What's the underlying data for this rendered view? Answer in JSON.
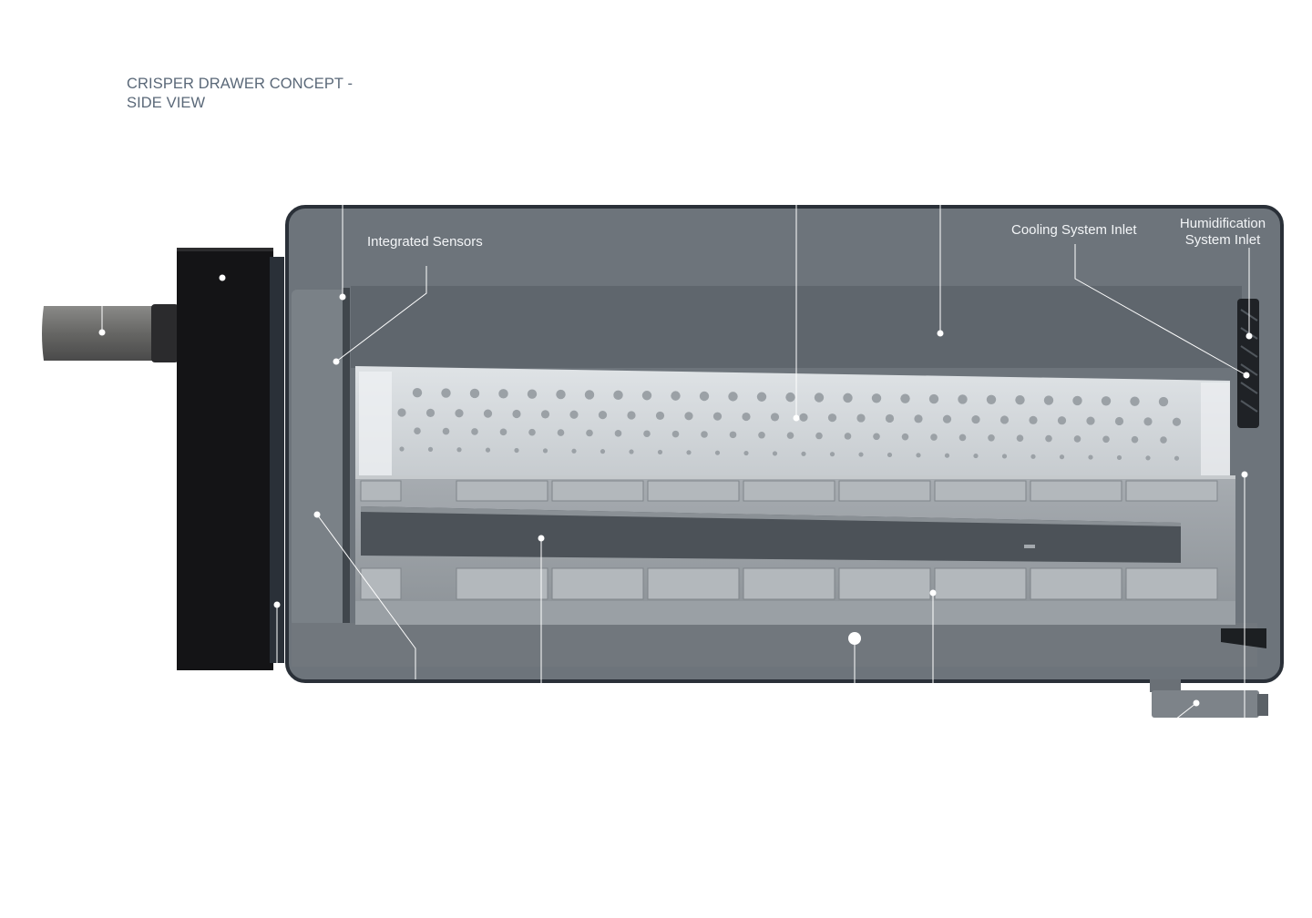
{
  "title": {
    "line1": "CRISPER DRAWER CONCEPT -",
    "line2": "SIDE VIEW"
  },
  "labels": {
    "integrated_sensors": "Integrated Sensors",
    "cooling_inlet": "Cooling System Inlet",
    "humidification_line1": "Humidification",
    "humidification_line2": "System Inlet"
  },
  "colors": {
    "housing": "#6d747b",
    "housing_border": "#2a3038",
    "drawer": "#979da3",
    "drawer_light": "#b4b9be",
    "handle_panel": "#161618",
    "callout_line": "#ffffff",
    "title": "#5a6878"
  }
}
